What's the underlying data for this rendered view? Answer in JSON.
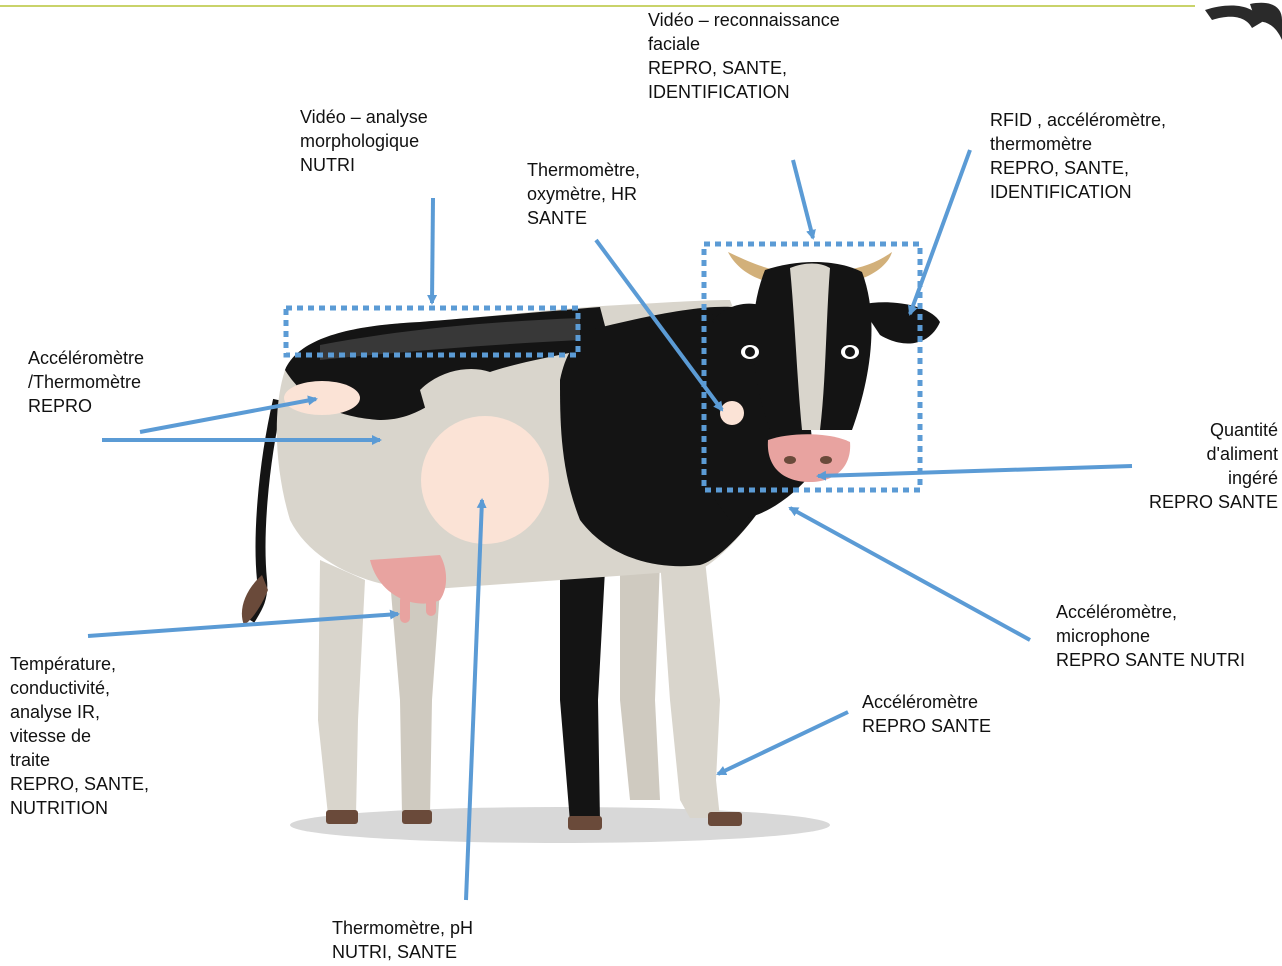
{
  "colors": {
    "arrow": "#5b9bd5",
    "header_rule": "#c9d36a",
    "sensor_spot": "#fbe3d6",
    "body_white": "#d9d5cc",
    "body_black": "#141414",
    "udder": "#e8a3a0",
    "horn": "#d2b07a",
    "hoof": "#6a4a3a",
    "shadow": "#d8d8d8"
  },
  "image": {
    "subject": "cow-illustration"
  },
  "labels": {
    "video_facial": [
      "Vidéo – reconnaissance",
      "faciale",
      "REPRO, SANTE,",
      "IDENTIFICATION"
    ],
    "video_morpho": [
      "Vidéo – analyse",
      "morphologique",
      "NUTRI"
    ],
    "rfid": [
      "RFID , accéléromètre,",
      "thermomètre",
      "REPRO, SANTE,",
      "IDENTIFICATION"
    ],
    "thermo_oxy": [
      "Thermomètre,",
      "oxymètre, HR",
      "SANTE"
    ],
    "accel_thermo": [
      "Accéléromètre",
      "/Thermomètre",
      "REPRO"
    ],
    "feed_intake": [
      "Quantité",
      "d'aliment",
      "ingéré",
      "REPRO SANTE"
    ],
    "accel_micro": [
      "Accéléromètre,",
      "microphone",
      "REPRO SANTE NUTRI"
    ],
    "accel_leg": [
      "Accéléromètre",
      "REPRO SANTE"
    ],
    "milking": [
      "Température,",
      "conductivité,",
      "analyse IR,",
      "vitesse de",
      "traite",
      "REPRO, SANTE,",
      "NUTRITION"
    ],
    "rumen": [
      "Thermomètre, pH",
      "NUTRI, SANTE"
    ]
  }
}
